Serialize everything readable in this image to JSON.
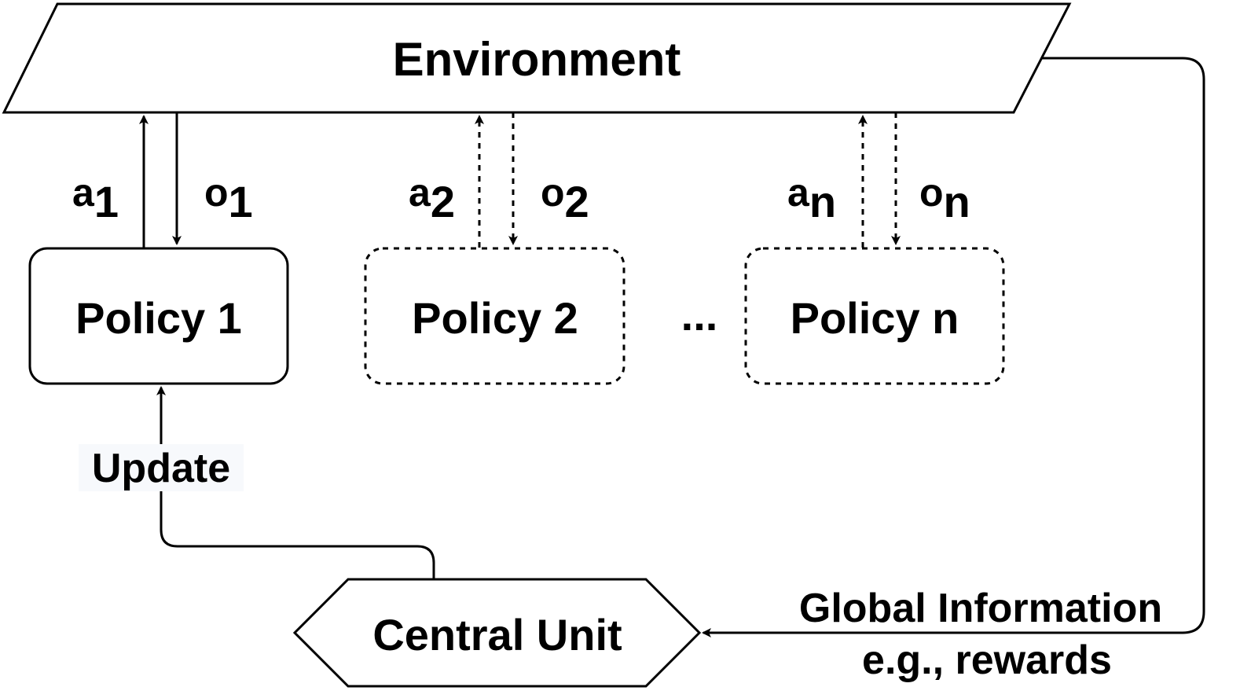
{
  "environment": {
    "label": "Environment"
  },
  "policies": [
    {
      "label": "Policy 1",
      "action": {
        "base": "a",
        "sub": "1"
      },
      "observation": {
        "base": "o",
        "sub": "1"
      },
      "style": "solid"
    },
    {
      "label": "Policy 2",
      "action": {
        "base": "a",
        "sub": "2"
      },
      "observation": {
        "base": "o",
        "sub": "2"
      },
      "style": "dashed"
    },
    {
      "label": "Policy n",
      "action": {
        "base": "a",
        "sub": "n"
      },
      "observation": {
        "base": "o",
        "sub": "n"
      },
      "style": "dashed"
    }
  ],
  "ellipsis": "...",
  "update": {
    "label": "Update"
  },
  "central_unit": {
    "label": "Central Unit"
  },
  "global_info": {
    "line1": "Global Information",
    "line2": "e.g., rewards"
  }
}
